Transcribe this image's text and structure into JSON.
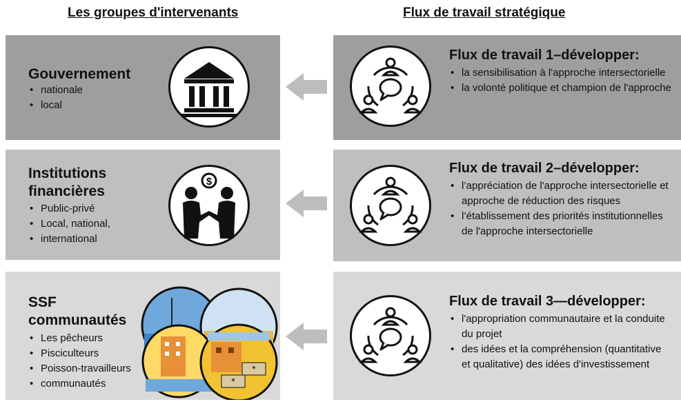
{
  "headers": {
    "left": "Les groupes d'intervenants",
    "right": "Flux de travail stratégique"
  },
  "stakeholders": [
    {
      "title": "Gouvernement",
      "items": [
        "nationale",
        "local"
      ],
      "icon": "government-building-icon"
    },
    {
      "title_lines": [
        "Institutions",
        "financières"
      ],
      "items": [
        "Public-privé",
        "Local, national,",
        "international"
      ],
      "icon": "handshake-dollar-icon"
    },
    {
      "title_lines": [
        "SSF",
        "communautés"
      ],
      "items": [
        "Les pêcheurs",
        "Pisciculteurs",
        "Poisson-travailleurs",
        "communautés"
      ],
      "icon": "community-scenes-icon"
    }
  ],
  "workflows": [
    {
      "title": "Flux de travail 1–développer:",
      "items": [
        "la sensibilisation à l'approche intersectorielle",
        "la volonté politique et champion de l'approche"
      ],
      "icon": "people-dialogue-icon"
    },
    {
      "title": "Flux de travail 2–développer:",
      "items": [
        "l’appréciation de l'approche intersectorielle et approche de réduction des risques",
        "l’établissement des priorités institutionnelles de l'approche intersectorielle"
      ],
      "icon": "people-dialogue-icon"
    },
    {
      "title": "Flux de travail 3—développer:",
      "items": [
        "l'appropriation communautaire et la conduite du projet",
        "des idées et la compréhension (quantitative et qualitative) des idées d'investissement"
      ],
      "icon": "people-dialogue-icon"
    }
  ],
  "colors": {
    "row1": "#9e9e9e",
    "row2": "#bfbfbf",
    "row3": "#d9d9d9",
    "arrow": "#bdbdbd"
  }
}
